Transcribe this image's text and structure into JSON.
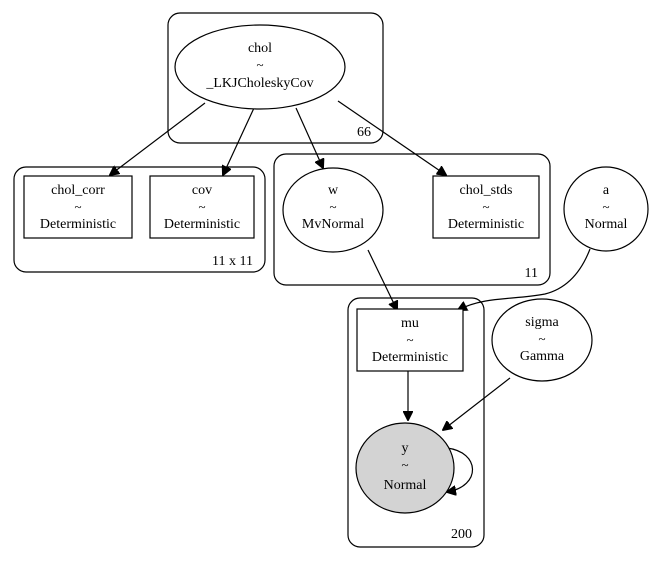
{
  "nodes": {
    "chol": {
      "name": "chol",
      "tilde": "~",
      "dist": "_LKJCholeskyCov",
      "shape": "ellipse",
      "observed": false
    },
    "chol_corr": {
      "name": "chol_corr",
      "tilde": "~",
      "dist": "Deterministic",
      "shape": "rectangle",
      "observed": false
    },
    "cov": {
      "name": "cov",
      "tilde": "~",
      "dist": "Deterministic",
      "shape": "rectangle",
      "observed": false
    },
    "w": {
      "name": "w",
      "tilde": "~",
      "dist": "MvNormal",
      "shape": "ellipse",
      "observed": false
    },
    "chol_stds": {
      "name": "chol_stds",
      "tilde": "~",
      "dist": "Deterministic",
      "shape": "rectangle",
      "observed": false
    },
    "a": {
      "name": "a",
      "tilde": "~",
      "dist": "Normal",
      "shape": "ellipse",
      "observed": false
    },
    "mu": {
      "name": "mu",
      "tilde": "~",
      "dist": "Deterministic",
      "shape": "rectangle",
      "observed": false
    },
    "sigma": {
      "name": "sigma",
      "tilde": "~",
      "dist": "Gamma",
      "shape": "ellipse",
      "observed": false
    },
    "y": {
      "name": "y",
      "tilde": "~",
      "dist": "Normal",
      "shape": "ellipse",
      "observed": true
    }
  },
  "plates": {
    "plate_66": {
      "label": "66"
    },
    "plate_11x11": {
      "label": "11 x 11"
    },
    "plate_11": {
      "label": "11"
    },
    "plate_200": {
      "label": "200"
    }
  },
  "edges": [
    {
      "from": "chol",
      "to": "chol_corr"
    },
    {
      "from": "chol",
      "to": "cov"
    },
    {
      "from": "chol",
      "to": "w"
    },
    {
      "from": "chol",
      "to": "chol_stds"
    },
    {
      "from": "w",
      "to": "mu"
    },
    {
      "from": "a",
      "to": "mu"
    },
    {
      "from": "mu",
      "to": "y"
    },
    {
      "from": "sigma",
      "to": "y"
    },
    {
      "from": "y",
      "to": "y"
    }
  ],
  "colors": {
    "observed_fill": "#d3d3d3",
    "stroke": "#000000"
  }
}
